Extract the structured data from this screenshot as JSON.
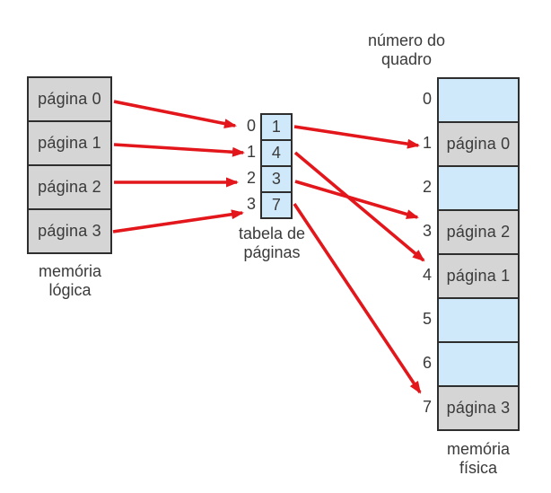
{
  "logical_memory": {
    "caption_lines": [
      "memória",
      "lógica"
    ],
    "pages": [
      "página 0",
      "página 1",
      "página 2",
      "página 3"
    ]
  },
  "page_table": {
    "caption_lines": [
      "tabela de",
      "páginas"
    ],
    "entries": [
      {
        "index": "0",
        "value": "1"
      },
      {
        "index": "1",
        "value": "4"
      },
      {
        "index": "2",
        "value": "3"
      },
      {
        "index": "3",
        "value": "7"
      }
    ]
  },
  "physical_memory": {
    "header_lines": [
      "número do",
      "quadro"
    ],
    "caption_lines": [
      "memória",
      "física"
    ],
    "frames": [
      {
        "number": "0",
        "content": ""
      },
      {
        "number": "1",
        "content": "página 0"
      },
      {
        "number": "2",
        "content": ""
      },
      {
        "number": "3",
        "content": "página 2"
      },
      {
        "number": "4",
        "content": "página 1"
      },
      {
        "number": "5",
        "content": ""
      },
      {
        "number": "6",
        "content": ""
      },
      {
        "number": "7",
        "content": "página 3"
      }
    ]
  },
  "mappings": {
    "logical_to_table": [
      {
        "page": 0,
        "index": 0
      },
      {
        "page": 1,
        "index": 1
      },
      {
        "page": 2,
        "index": 2
      },
      {
        "page": 3,
        "index": 3
      }
    ],
    "table_to_physical": [
      {
        "index": 0,
        "frame": 1
      },
      {
        "index": 1,
        "frame": 4
      },
      {
        "index": 2,
        "frame": 3
      },
      {
        "index": 3,
        "frame": 7
      }
    ]
  },
  "colors": {
    "arrow": "#e2161b",
    "empty_cell": "#cfe9fa",
    "occupied_cell": "#d5d5d5",
    "border": "#2e2e2e",
    "text": "#3a3a3a"
  }
}
